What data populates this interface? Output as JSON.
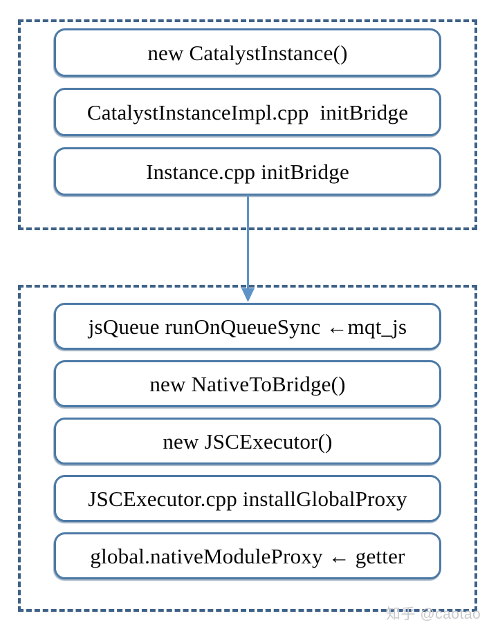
{
  "diagram": {
    "title_hint": "React Native bridge initialization flow",
    "colors": {
      "container_dash_border": "#3e6188",
      "node_border": "#4c7aa6",
      "connector_arrow": "#5e93c8",
      "node_text": "#050505",
      "watermark_text": "#c8cacd",
      "background": "#ffffff"
    },
    "top_group": {
      "boxes": [
        {
          "label": "new CatalystInstance()"
        },
        {
          "label": "CatalystInstanceImpl.cpp  initBridge"
        },
        {
          "label": "Instance.cpp initBridge"
        }
      ]
    },
    "connector": {
      "type": "arrow-down",
      "from": "Instance.cpp initBridge",
      "to": "jsQueue runOnQueueSync ←mqt_js"
    },
    "bottom_group": {
      "boxes": [
        {
          "label": "jsQueue runOnQueueSync ←mqt_js"
        },
        {
          "label": "new NativeToBridge()"
        },
        {
          "label": "new JSCExecutor()"
        },
        {
          "label": "JSCExecutor.cpp installGlobalProxy"
        },
        {
          "label": "global.nativeModuleProxy ← getter"
        }
      ]
    },
    "watermark": {
      "text": "知乎 @caotao"
    }
  }
}
